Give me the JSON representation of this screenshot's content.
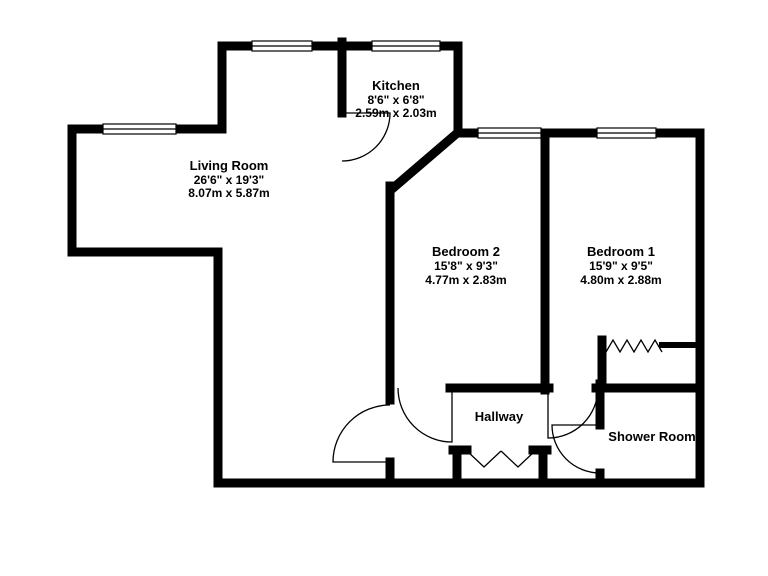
{
  "floorplan": {
    "background_color": "#ffffff",
    "wall_color": "#000000",
    "rooms": [
      {
        "name": "Living Room",
        "size_imperial": "26'6\"  x 19'3\"",
        "size_metric": "8.07m  x 5.87m"
      },
      {
        "name": "Kitchen",
        "size_imperial": "8'6\"  x 6'8\"",
        "size_metric": "2.59m  x 2.03m"
      },
      {
        "name": "Bedroom 2",
        "size_imperial": "15'8\"  x 9'3\"",
        "size_metric": "4.77m  x 2.83m"
      },
      {
        "name": "Bedroom 1",
        "size_imperial": "15'9\"  x 9'5\"",
        "size_metric": "4.80m  x 2.88m"
      },
      {
        "name": "Hallway"
      },
      {
        "name": "Shower Room"
      }
    ]
  }
}
